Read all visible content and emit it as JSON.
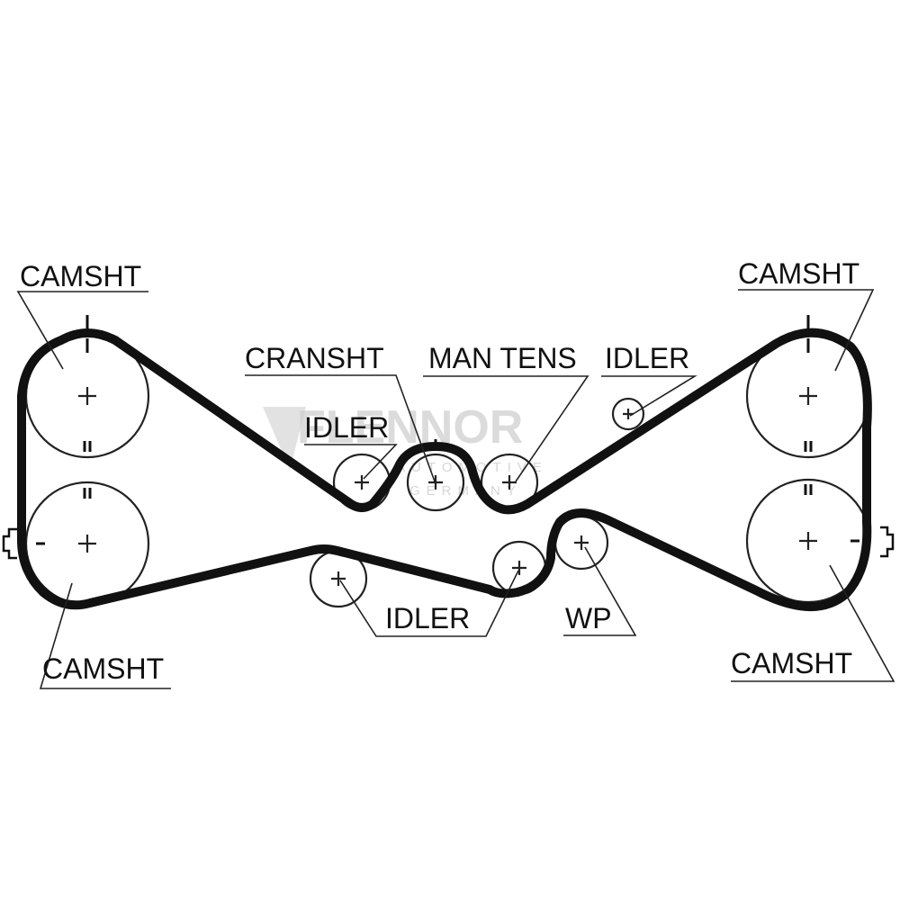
{
  "labels": {
    "camsht_top_left": "CAMSHT",
    "camsht_top_right": "CAMSHT",
    "camsht_bottom_left": "CAMSHT",
    "camsht_bottom_right": "CAMSHT",
    "cransht": "CRANSHT",
    "man_tens": "MAN TENS",
    "idler_top_right": "IDLER",
    "idler_center": "IDLER",
    "idler_bottom": "IDLER",
    "wp": "WP"
  },
  "watermark": {
    "brand": "FLENNOR",
    "line1": "AUTOMOTIVE",
    "line2": "GERMANY"
  },
  "colors": {
    "belt": "#111111",
    "line": "#222222",
    "background": "#ffffff",
    "watermark": "#cfcfcf"
  }
}
